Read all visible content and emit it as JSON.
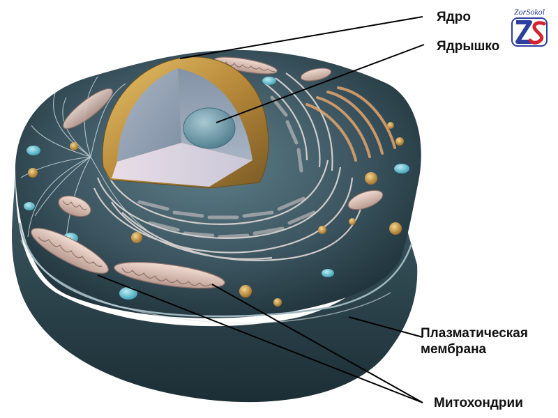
{
  "labels": {
    "nucleus": "Ядро",
    "nucleolus": "Ядрышко",
    "plasma_membrane": "Плазматическая\nмембрана",
    "mitochondria": "Митохондрии"
  },
  "logo": {
    "text": "ZorSokol",
    "monogram": "ZS",
    "colors": [
      "#2b3f9e",
      "#d4232e"
    ]
  },
  "colors": {
    "cell_body": "#3c5560",
    "cell_dark": "#223841",
    "nucleus_envelope": "#b88a3a",
    "nucleolus": "#5d8a99",
    "mitochondria": "#d9c1b6",
    "leader_line": "#000000"
  }
}
